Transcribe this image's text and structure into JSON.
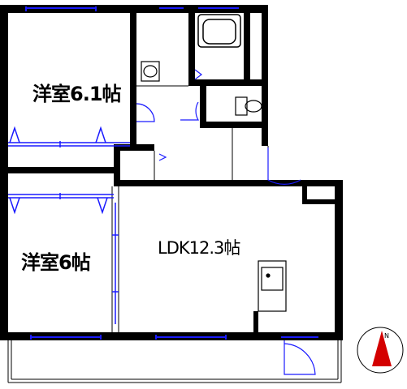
{
  "rooms": {
    "western_room_1": "洋室6.1帖",
    "western_room_2": "洋室6帖",
    "ldk": "LDK12.3帖"
  },
  "compass": {
    "north_label": "N"
  },
  "colors": {
    "wall": "#000000",
    "fixture_line": "#1a1aff",
    "compass_red": "#d40000",
    "sash_green": "#00aa00"
  }
}
